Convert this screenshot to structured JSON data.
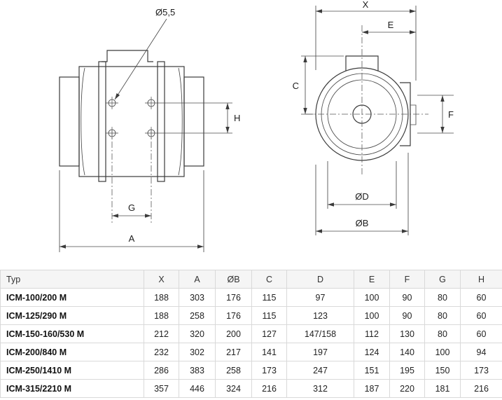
{
  "diagram": {
    "side_view": {
      "hole_callout": "Ø5,5",
      "dim_h": "H",
      "dim_g": "G",
      "dim_a": "A"
    },
    "front_view": {
      "dim_x": "X",
      "dim_e": "E",
      "dim_c": "C",
      "dim_f": "F",
      "dim_od": "ØD",
      "dim_ob": "ØB"
    },
    "line_color": "#3b3b3b"
  },
  "table": {
    "headers": [
      "Typ",
      "X",
      "A",
      "ØB",
      "C",
      "D",
      "E",
      "F",
      "G",
      "H"
    ],
    "rows": [
      [
        "ICM-100/200 M",
        "188",
        "303",
        "176",
        "115",
        "97",
        "100",
        "90",
        "80",
        "60"
      ],
      [
        "ICM-125/290 M",
        "188",
        "258",
        "176",
        "115",
        "123",
        "100",
        "90",
        "80",
        "60"
      ],
      [
        "ICM-150-160/530 M",
        "212",
        "320",
        "200",
        "127",
        "147/158",
        "112",
        "130",
        "80",
        "60"
      ],
      [
        "ICM-200/840 M",
        "232",
        "302",
        "217",
        "141",
        "197",
        "124",
        "140",
        "100",
        "94"
      ],
      [
        "ICM-250/1410 M",
        "286",
        "383",
        "258",
        "173",
        "247",
        "151",
        "195",
        "150",
        "173"
      ],
      [
        "ICM-315/2210 M",
        "357",
        "446",
        "324",
        "216",
        "312",
        "187",
        "220",
        "181",
        "216"
      ]
    ]
  }
}
